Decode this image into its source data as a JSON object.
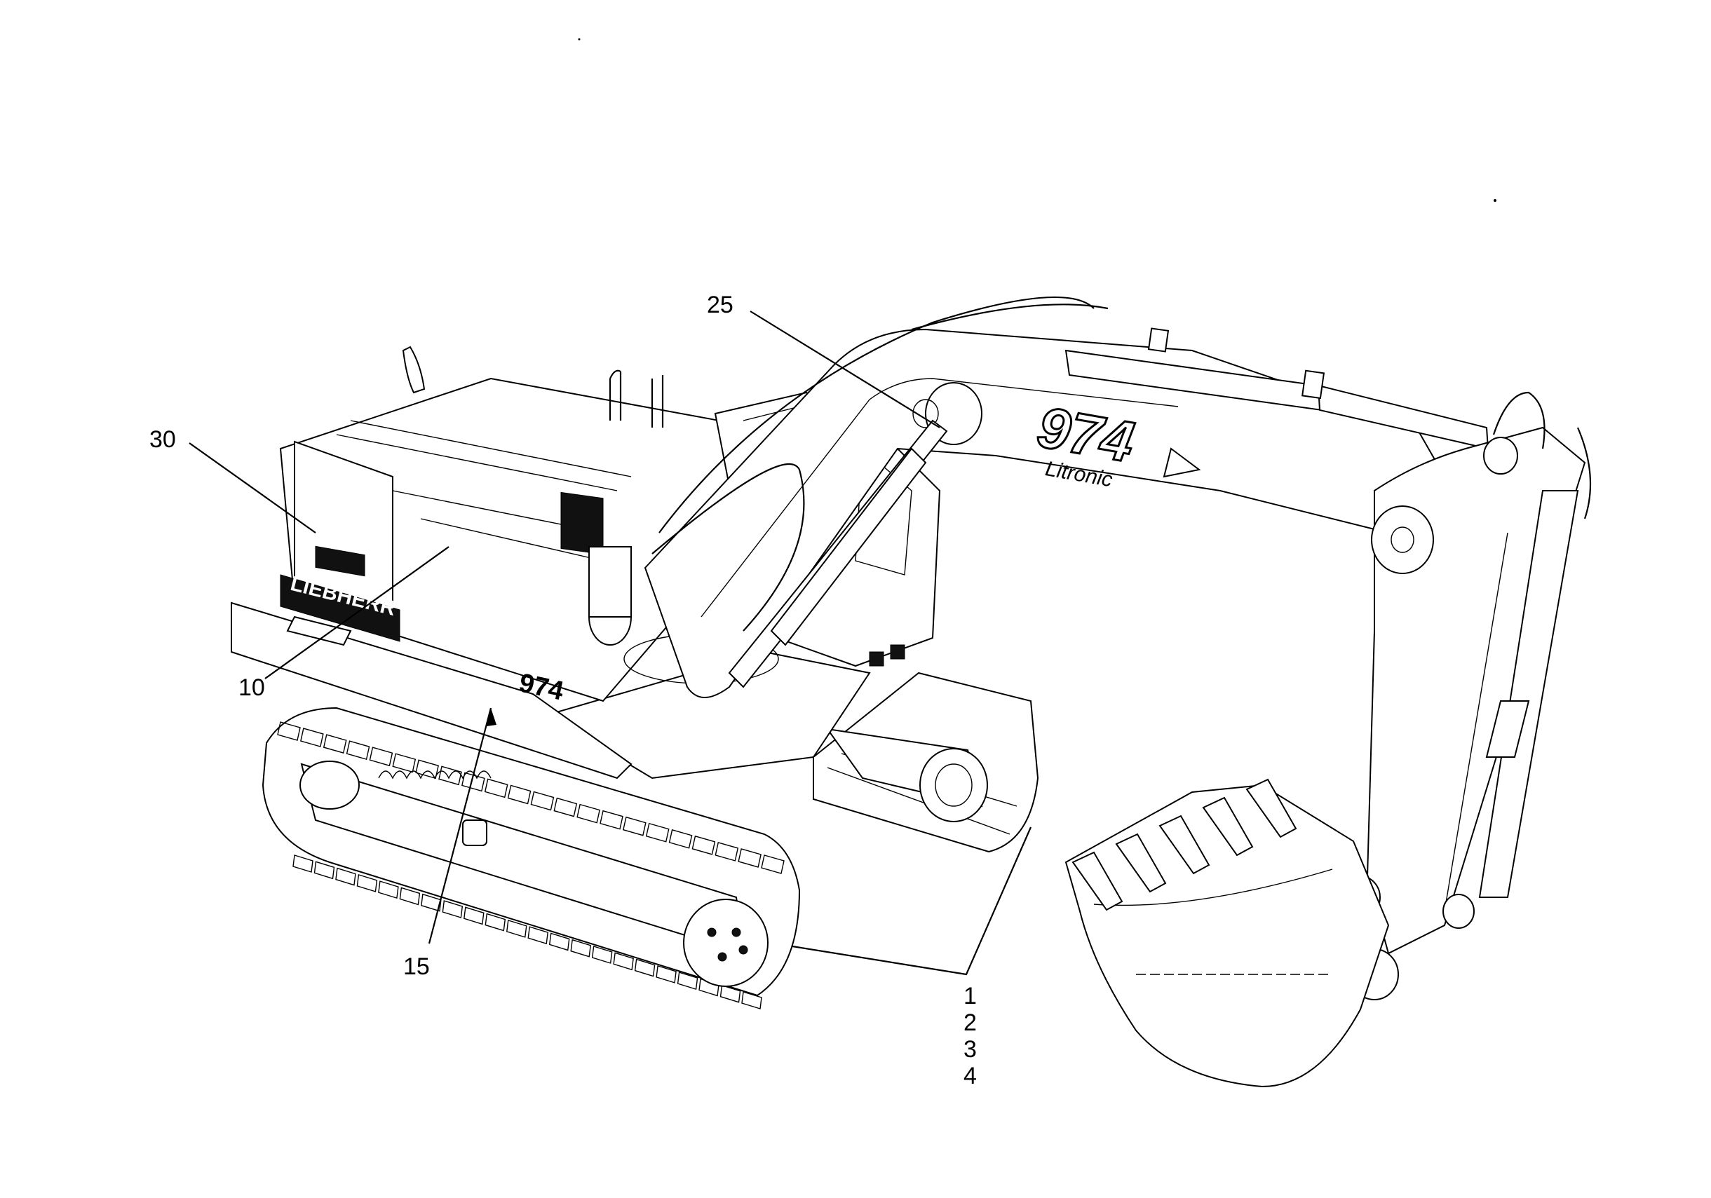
{
  "diagram": {
    "model_badge": "974",
    "model_badge_sub": "Litronic",
    "body_model": "974",
    "brand_band": "LIEBHERR",
    "callouts": {
      "c25": "25",
      "c30": "30",
      "c10": "10",
      "c15": "15",
      "c1": "1",
      "c2": "2",
      "c3": "3",
      "c4": "4"
    }
  }
}
